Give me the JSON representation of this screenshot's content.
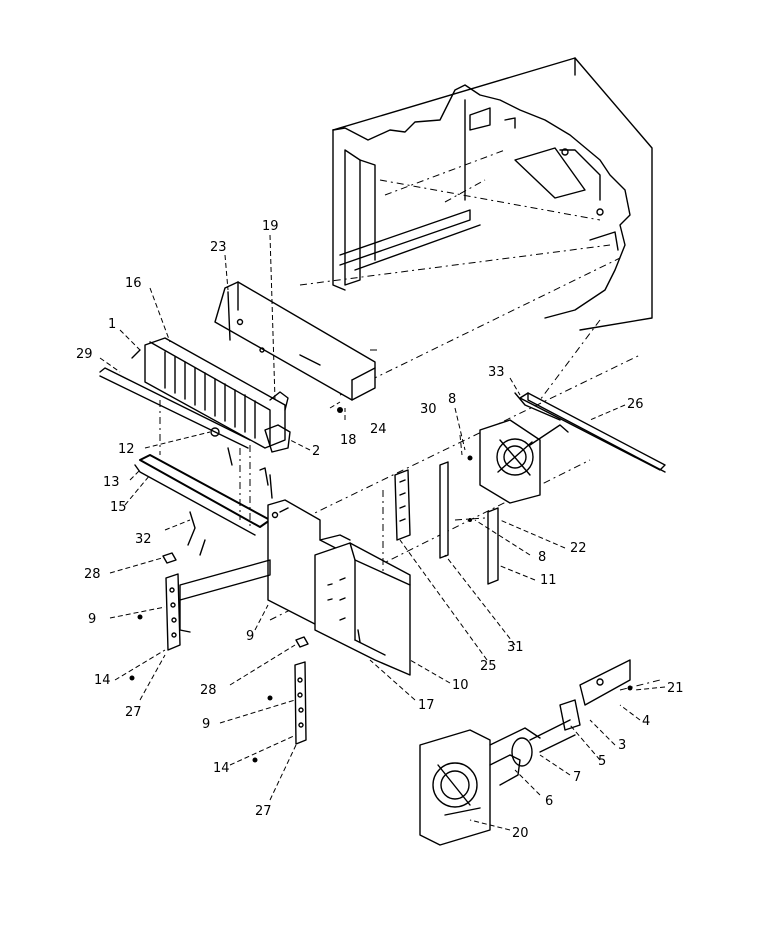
{
  "callouts": [
    {
      "id": "c1",
      "text": "1"
    },
    {
      "id": "c2",
      "text": "2"
    },
    {
      "id": "c3",
      "text": "3"
    },
    {
      "id": "c4",
      "text": "4"
    },
    {
      "id": "c5",
      "text": "5"
    },
    {
      "id": "c6",
      "text": "6"
    },
    {
      "id": "c7",
      "text": "7"
    },
    {
      "id": "c8a",
      "text": "8"
    },
    {
      "id": "c8b",
      "text": "8"
    },
    {
      "id": "c9a",
      "text": "9"
    },
    {
      "id": "c9b",
      "text": "9"
    },
    {
      "id": "c9c",
      "text": "9"
    },
    {
      "id": "c10",
      "text": "10"
    },
    {
      "id": "c11",
      "text": "11"
    },
    {
      "id": "c12",
      "text": "12"
    },
    {
      "id": "c13",
      "text": "13"
    },
    {
      "id": "c14a",
      "text": "14"
    },
    {
      "id": "c14b",
      "text": "14"
    },
    {
      "id": "c15",
      "text": "15"
    },
    {
      "id": "c16",
      "text": "16"
    },
    {
      "id": "c17",
      "text": "17"
    },
    {
      "id": "c18",
      "text": "18"
    },
    {
      "id": "c19",
      "text": "19"
    },
    {
      "id": "c20",
      "text": "20"
    },
    {
      "id": "c21",
      "text": "21"
    },
    {
      "id": "c22",
      "text": "22"
    },
    {
      "id": "c23",
      "text": "23"
    },
    {
      "id": "c24",
      "text": "24"
    },
    {
      "id": "c25",
      "text": "25"
    },
    {
      "id": "c26",
      "text": "26"
    },
    {
      "id": "c27a",
      "text": "27"
    },
    {
      "id": "c27b",
      "text": "27"
    },
    {
      "id": "c28a",
      "text": "28"
    },
    {
      "id": "c28b",
      "text": "28"
    },
    {
      "id": "c29",
      "text": "29"
    },
    {
      "id": "c30",
      "text": "30"
    },
    {
      "id": "c31",
      "text": "31"
    },
    {
      "id": "c32",
      "text": "32"
    },
    {
      "id": "c33",
      "text": "33"
    }
  ]
}
